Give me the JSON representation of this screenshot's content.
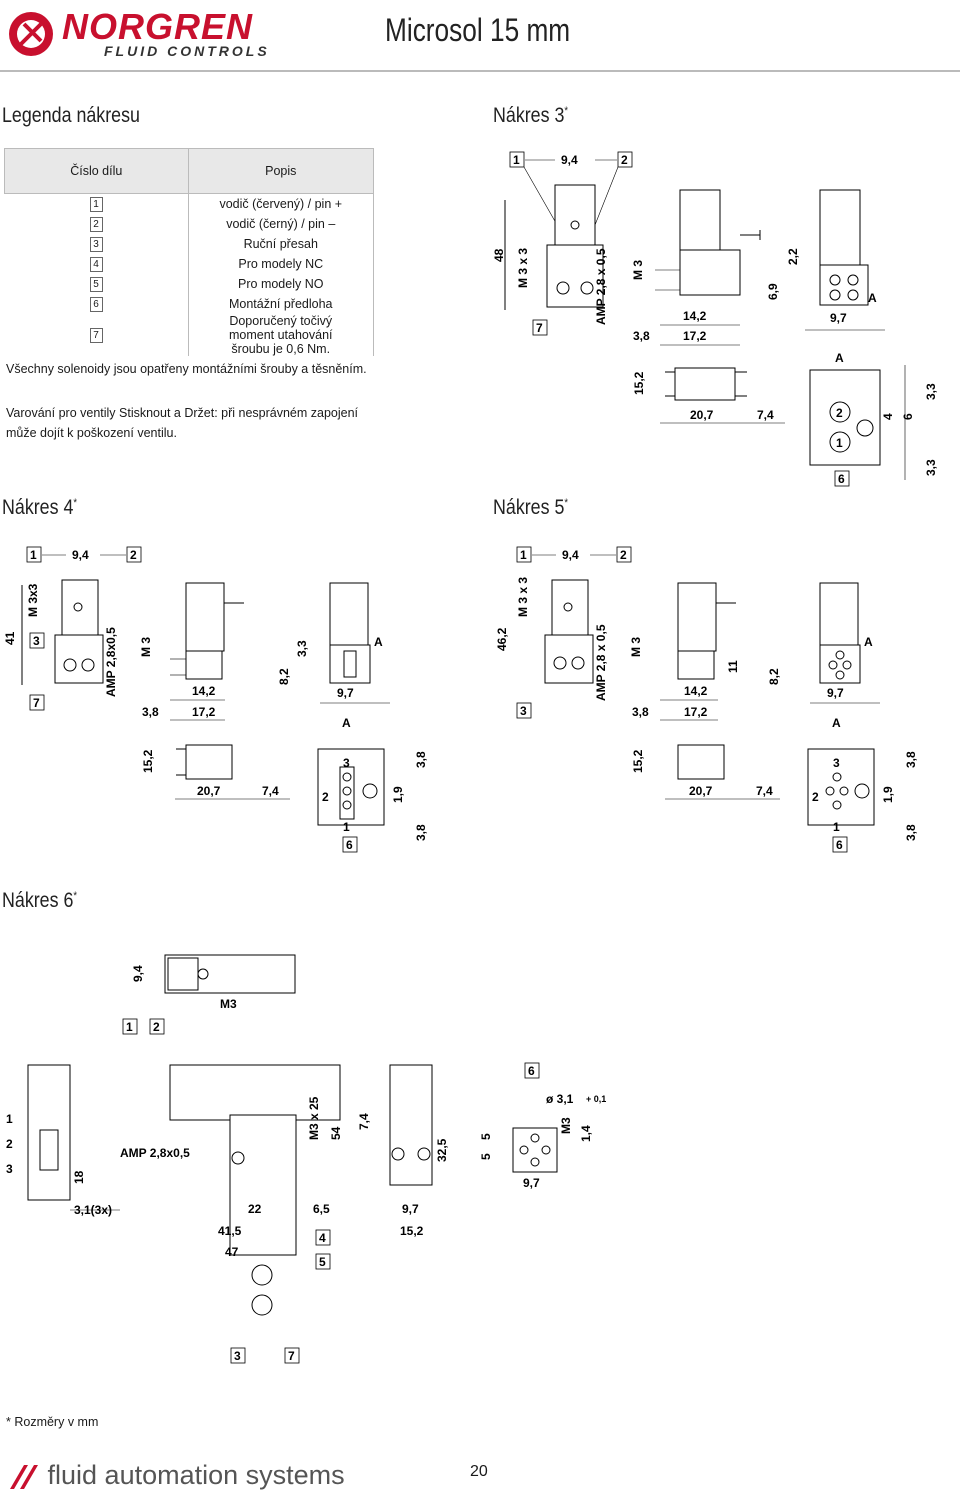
{
  "header": {
    "brand": "NORGREN",
    "brand_sub": "FLUID CONTROLS",
    "title": "Microsol 15 mm"
  },
  "legend": {
    "heading": "Legenda nákresu",
    "col_part": "Číslo dílu",
    "col_desc": "Popis",
    "rows": [
      {
        "num": "1",
        "desc": "vodič (červený) / pin +"
      },
      {
        "num": "2",
        "desc": "vodič (černý) / pin –"
      },
      {
        "num": "3",
        "desc": "Ruční přesah"
      },
      {
        "num": "4",
        "desc": "Pro modely NC"
      },
      {
        "num": "5",
        "desc": "Pro modely NO"
      },
      {
        "num": "6",
        "desc": "Montážní předloha"
      },
      {
        "num": "7",
        "desc": "Doporučený točivý moment utahování šroubu je 0,6 Nm."
      }
    ],
    "note1": "Všechny solenoidy jsou opatřeny montážními šrouby a těsněním.",
    "note2": "Varování pro ventily Stisknout a Držet: při nesprávném zapojení může dojít k poškození ventilu."
  },
  "drawings": {
    "n3": {
      "title": "Nákres 3",
      "star": "*"
    },
    "n4": {
      "title": "Nákres 4",
      "star": "*"
    },
    "n5": {
      "title": "Nákres 5",
      "star": "*"
    },
    "n6": {
      "title": "Nákres 6",
      "star": "*"
    }
  },
  "dims": {
    "d94": "9,4",
    "d48": "48",
    "m3x3": "M 3 x 3",
    "amp": "AMP 2,8 x 0,5",
    "m3": "M 3",
    "d38": "3,8",
    "d142": "14,2",
    "d172": "17,2",
    "d69": "6,9",
    "d22": "2,2",
    "d97": "9,7",
    "A": "A",
    "d152": "15,2",
    "d207": "20,7",
    "d74": "7,4",
    "d4": "4",
    "d6": "6",
    "d33": "3,3",
    "d41": "41",
    "m3x3b": "M 3x3",
    "ampb": "AMP 2,8x0,5",
    "d82": "8,2",
    "d19": "1,9",
    "d462": "46,2",
    "d11": "11",
    "m3c": "M3",
    "ampc": "AMP 2,8x0,5",
    "d18": "18",
    "sq31": "3,1(3x)",
    "d22b": "22",
    "d65": "6,5",
    "d415": "41,5",
    "d47": "47",
    "m3x25": "M3 x 25",
    "d54": "54",
    "d325": "32,5",
    "d5": "5",
    "dia31": "ø 3,1",
    "tol": "+ 0,1",
    "d14": "1,4"
  },
  "footer": {
    "note": "* Rozměry v mm",
    "brand": "fluid automation systems",
    "page": "20"
  }
}
